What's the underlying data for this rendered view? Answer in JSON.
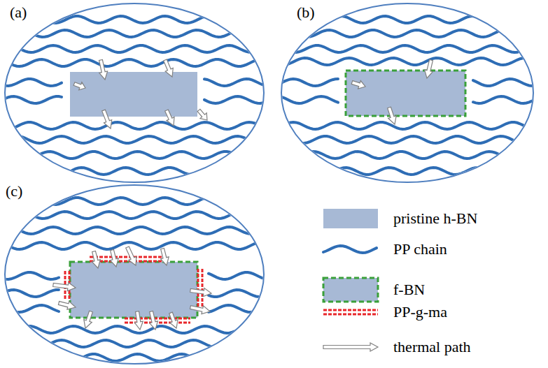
{
  "diagram": {
    "labels": [
      "(a)",
      "(b)",
      "(c)"
    ],
    "legend": [
      {
        "text": "pristine h-BN",
        "color": "#a7b9d5"
      },
      {
        "text": "f-BN"
      },
      {
        "text": "PP chain"
      },
      {
        "text": "PP-g-ma"
      },
      {
        "text": "thermal path"
      }
    ]
  }
}
